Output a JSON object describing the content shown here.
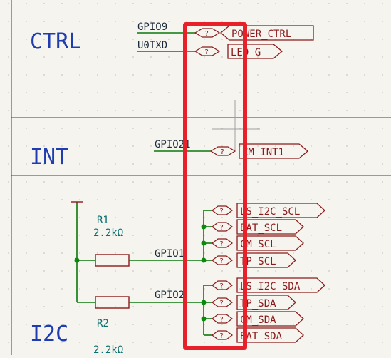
{
  "colors": {
    "background": "#f5f4ef",
    "grid_dot": "#c9c9c0",
    "section_line": "#1f3db0",
    "section_text": "#1f3db0",
    "wire": "#0a7a0a",
    "junction": "#0a8a0a",
    "label_outline": "#8b1a1a",
    "label_text": "#8b1a1a",
    "net_text": "#1a2a3a",
    "component": "#8b1a1a",
    "component_text": "#0a6f6f",
    "highlight": "#e8202a",
    "cursor": "#a0a0a0"
  },
  "sections": {
    "ctrl": "CTRL",
    "int": "INT",
    "i2c": "I2C"
  },
  "nets": {
    "gpio9": "GPIO9",
    "u0txd": "U0TXD",
    "gpio21": "GPIO21",
    "gpio1": "GPIO1",
    "gpio2": "GPIO2"
  },
  "pin_marker": "?",
  "labels": {
    "power_ctrl": "POWER_CTRL",
    "led_g": "LED_G",
    "cm_int1": "CM_INT1",
    "ls_i2c_scl": "LS_I2C_SCL",
    "bat_scl": "BAT_SCL",
    "cm_scl": "CM_SCL",
    "tp_scl": "TP_SCL",
    "ls_i2c_sda": "LS_I2C_SDA",
    "tp_sda": "TP_SDA",
    "cm_sda": "CM_SDA",
    "bat_sda": "BAT_SDA"
  },
  "components": {
    "r1": {
      "ref": "R1",
      "value": "2.2kΩ"
    },
    "r2": {
      "ref": "R2",
      "value": "2.2kΩ"
    }
  }
}
